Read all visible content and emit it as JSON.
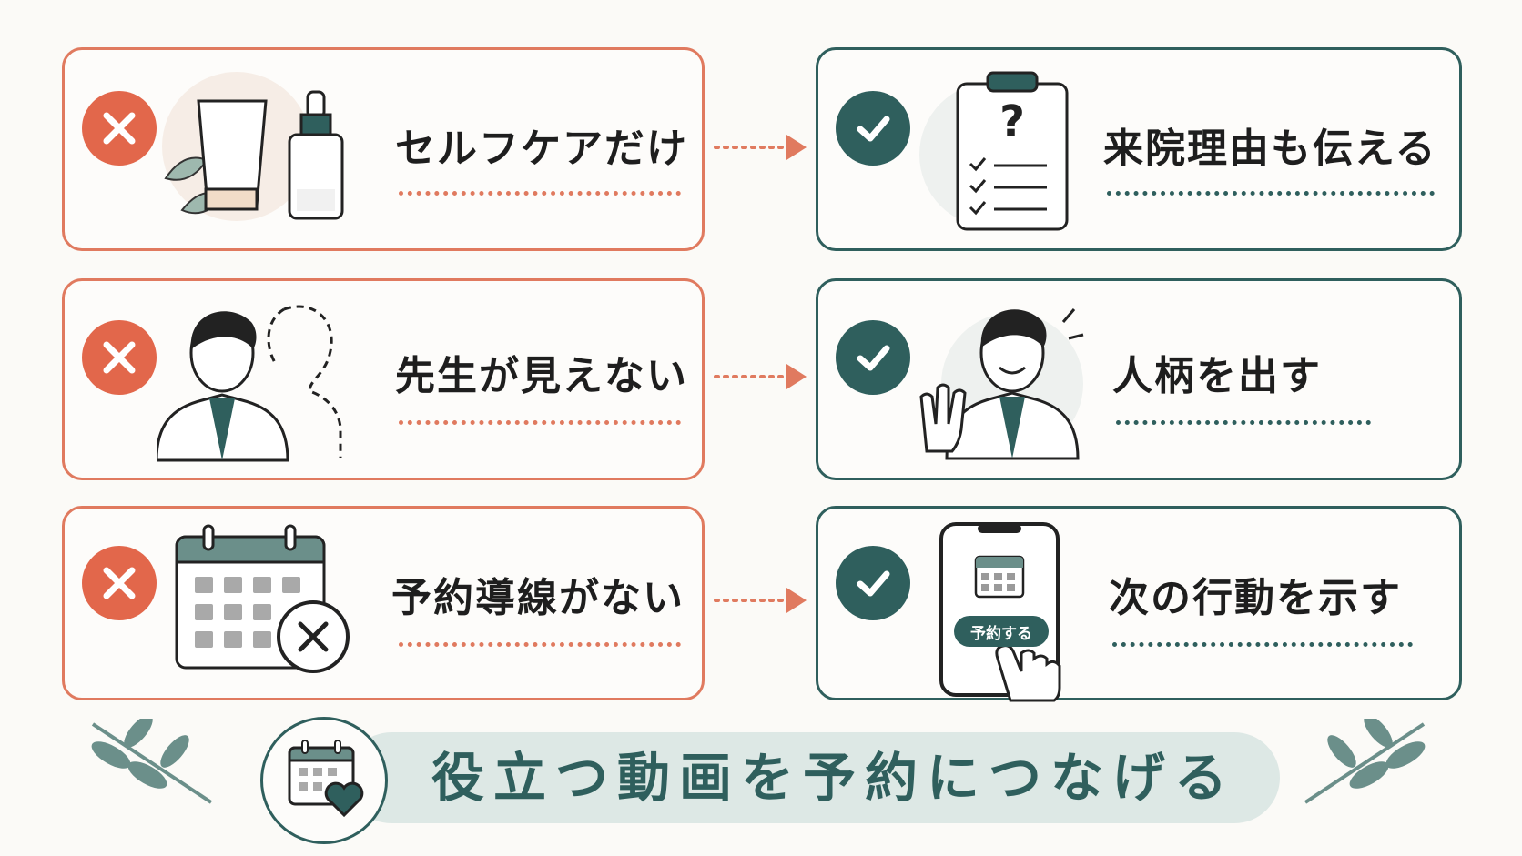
{
  "rows": [
    {
      "problem": "セルフケアだけ",
      "solution": "来院理由も伝える"
    },
    {
      "problem": "先生が見えない",
      "solution": "人柄を出す"
    },
    {
      "problem": "予約導線がない",
      "solution": "次の行動を示す"
    }
  ],
  "phone_button": "予約する",
  "banner": "役立つ動画を予約につなげる",
  "colors": {
    "problem": "#e2674b",
    "solution": "#2f5f5d",
    "banner_bg": "#dde8e5"
  },
  "icons": {
    "problem": [
      "skincare-tube-icon",
      "person-missing-icon",
      "calendar-x-icon"
    ],
    "solution": [
      "clipboard-question-icon",
      "doctor-waving-icon",
      "phone-booking-icon"
    ],
    "banner": "calendar-heart-icon"
  }
}
